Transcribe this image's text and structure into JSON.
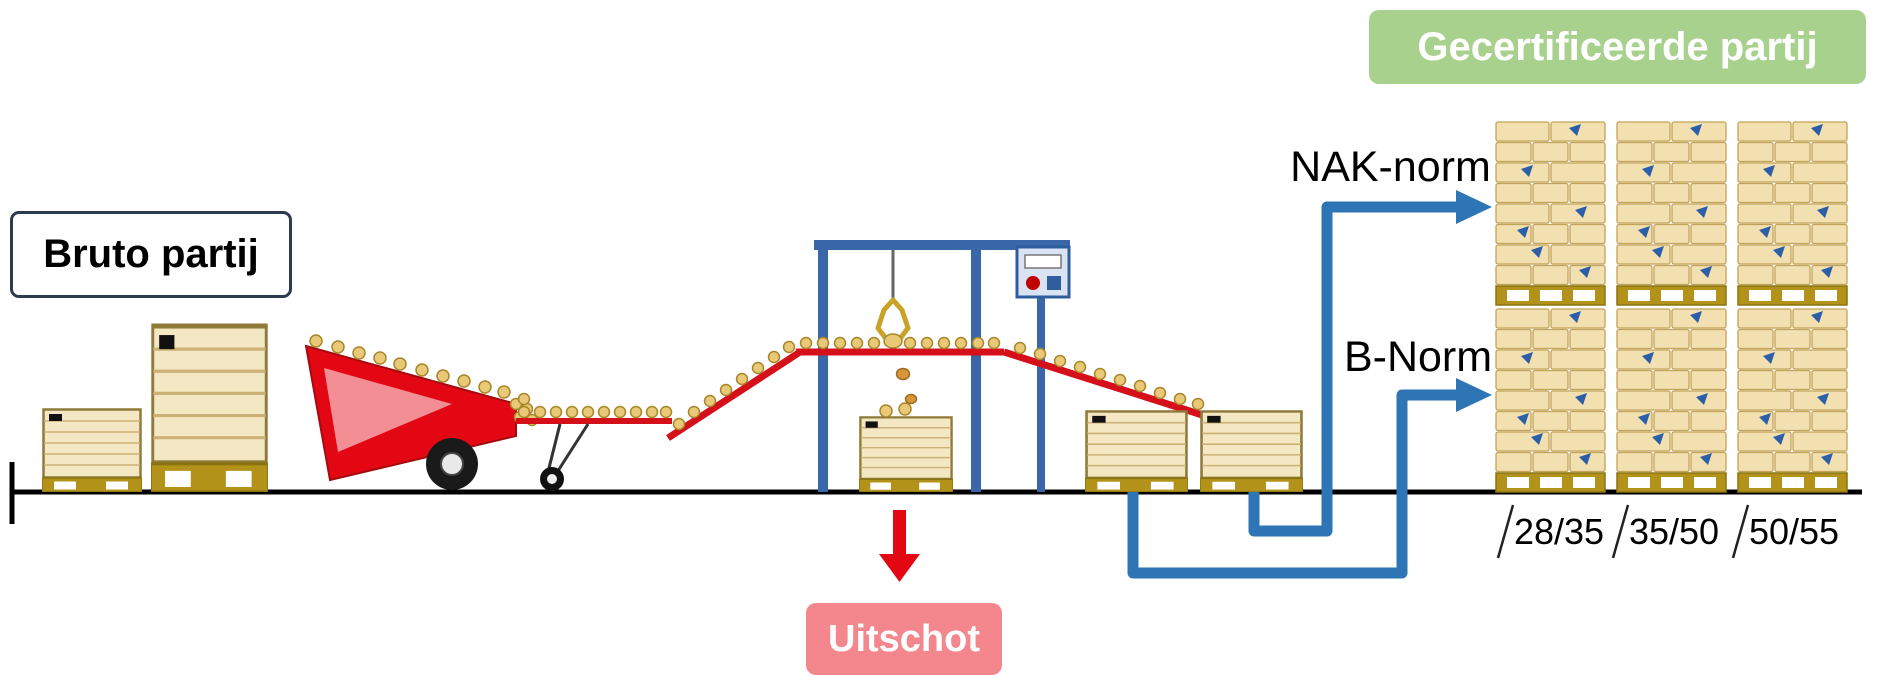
{
  "labels": {
    "bruto_partij": "Bruto partij",
    "gecertificeerde_partij": "Gecertificeerde partij",
    "uitschot": "Uitschot",
    "nak_norm": "NAK-norm",
    "b_norm": "B-Norm"
  },
  "size_classes": [
    "28/35",
    "35/50",
    "50/55"
  ],
  "colors": {
    "certified_bg": "#a9d18e",
    "certified_text": "#ffffff",
    "reject_bg": "#f4868e",
    "reject_text": "#ffffff",
    "flow_arrow_blue": "#2e75b6",
    "reject_arrow_red": "#e30613",
    "machine_red": "#d6101b",
    "frame_blue": "#3a67a8",
    "crate_wood": "#f4e7c3",
    "pallet_olive": "#b3921a",
    "potato_tan": "#e9c877",
    "ground_line": "#000000",
    "bruto_border": "#2d3b4e"
  },
  "icons": {
    "tipper": "red-tipping-trailer",
    "conveyor": "red-conveyor-belt",
    "inspection": "inspection-gantry-with-grab-claw",
    "panel": "control-panel-with-screen-and-buttons",
    "crate": "wooden-crate-on-pallet",
    "stack": "stacked-bags-on-pallet",
    "reject_arrow": "red-down-arrow",
    "flow_arrow": "blue-elbow-arrow-right"
  }
}
